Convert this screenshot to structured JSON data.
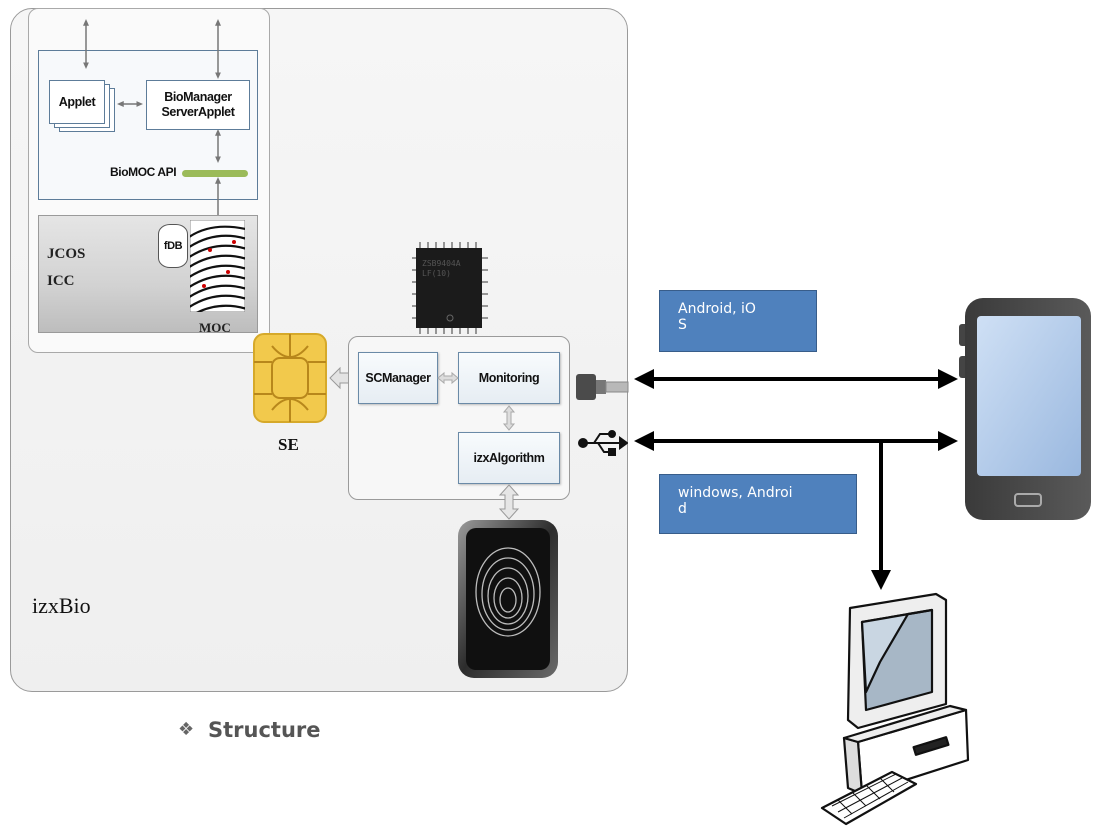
{
  "system": {
    "name": "izxBio",
    "applet_label": "Applet",
    "biomanager_line1": "BioManager",
    "biomanager_line2": "ServerApplet",
    "api_label": "BioMOC API",
    "fdb_label": "fDB",
    "jcos_label": "JCOS",
    "icc_label": "ICC",
    "moc_label": "MOC",
    "se_label": "SE"
  },
  "controller": {
    "scmanager_label": "SCManager",
    "monitoring_label": "Monitoring",
    "algorithm_label": "izxAlgorithm",
    "chip_text_line1": "ZSB9404A",
    "chip_text_line2": "LF(10)"
  },
  "connections": {
    "mobile_os_line1": "Android, iO",
    "mobile_os_line2": "S",
    "pc_os_line1": "windows, Androi",
    "pc_os_line2": "d"
  },
  "caption": {
    "bullet": "❖",
    "text": "Structure"
  },
  "colors": {
    "accent_blue": "#4f81bd",
    "api_bar_green": "#9bbb59",
    "chip_gold": "#f2c94c",
    "tablet_dark": "#4a4a4a",
    "arrow_black": "#000000"
  }
}
